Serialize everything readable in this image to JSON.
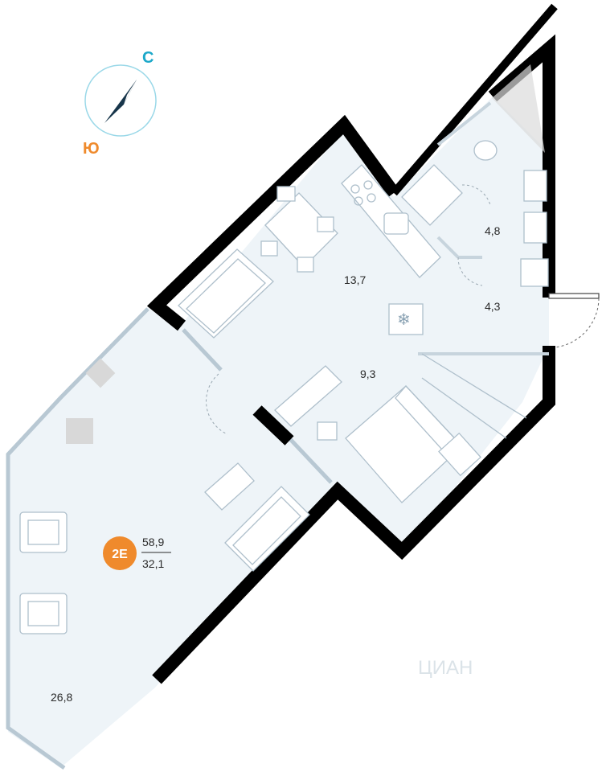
{
  "compass": {
    "north_label": "С",
    "south_label": "Ю",
    "north_color": "#1ca8c9",
    "south_color": "#ef8a2c"
  },
  "apartment": {
    "type_badge": "2E",
    "badge_color": "#ef8a2c",
    "total_area": "58,9",
    "living_area": "32,1"
  },
  "rooms": {
    "kitchen_area": "13,7",
    "bathroom_area": "4,8",
    "hall_area": "4,3",
    "bedroom_area": "9,3",
    "living_room_area": "26,8"
  },
  "colors": {
    "wall": "#000000",
    "floor": "#eef4f8",
    "furniture_line": "#aebfcb",
    "window": "#b8c8d3"
  },
  "watermark": "ЦИАН"
}
